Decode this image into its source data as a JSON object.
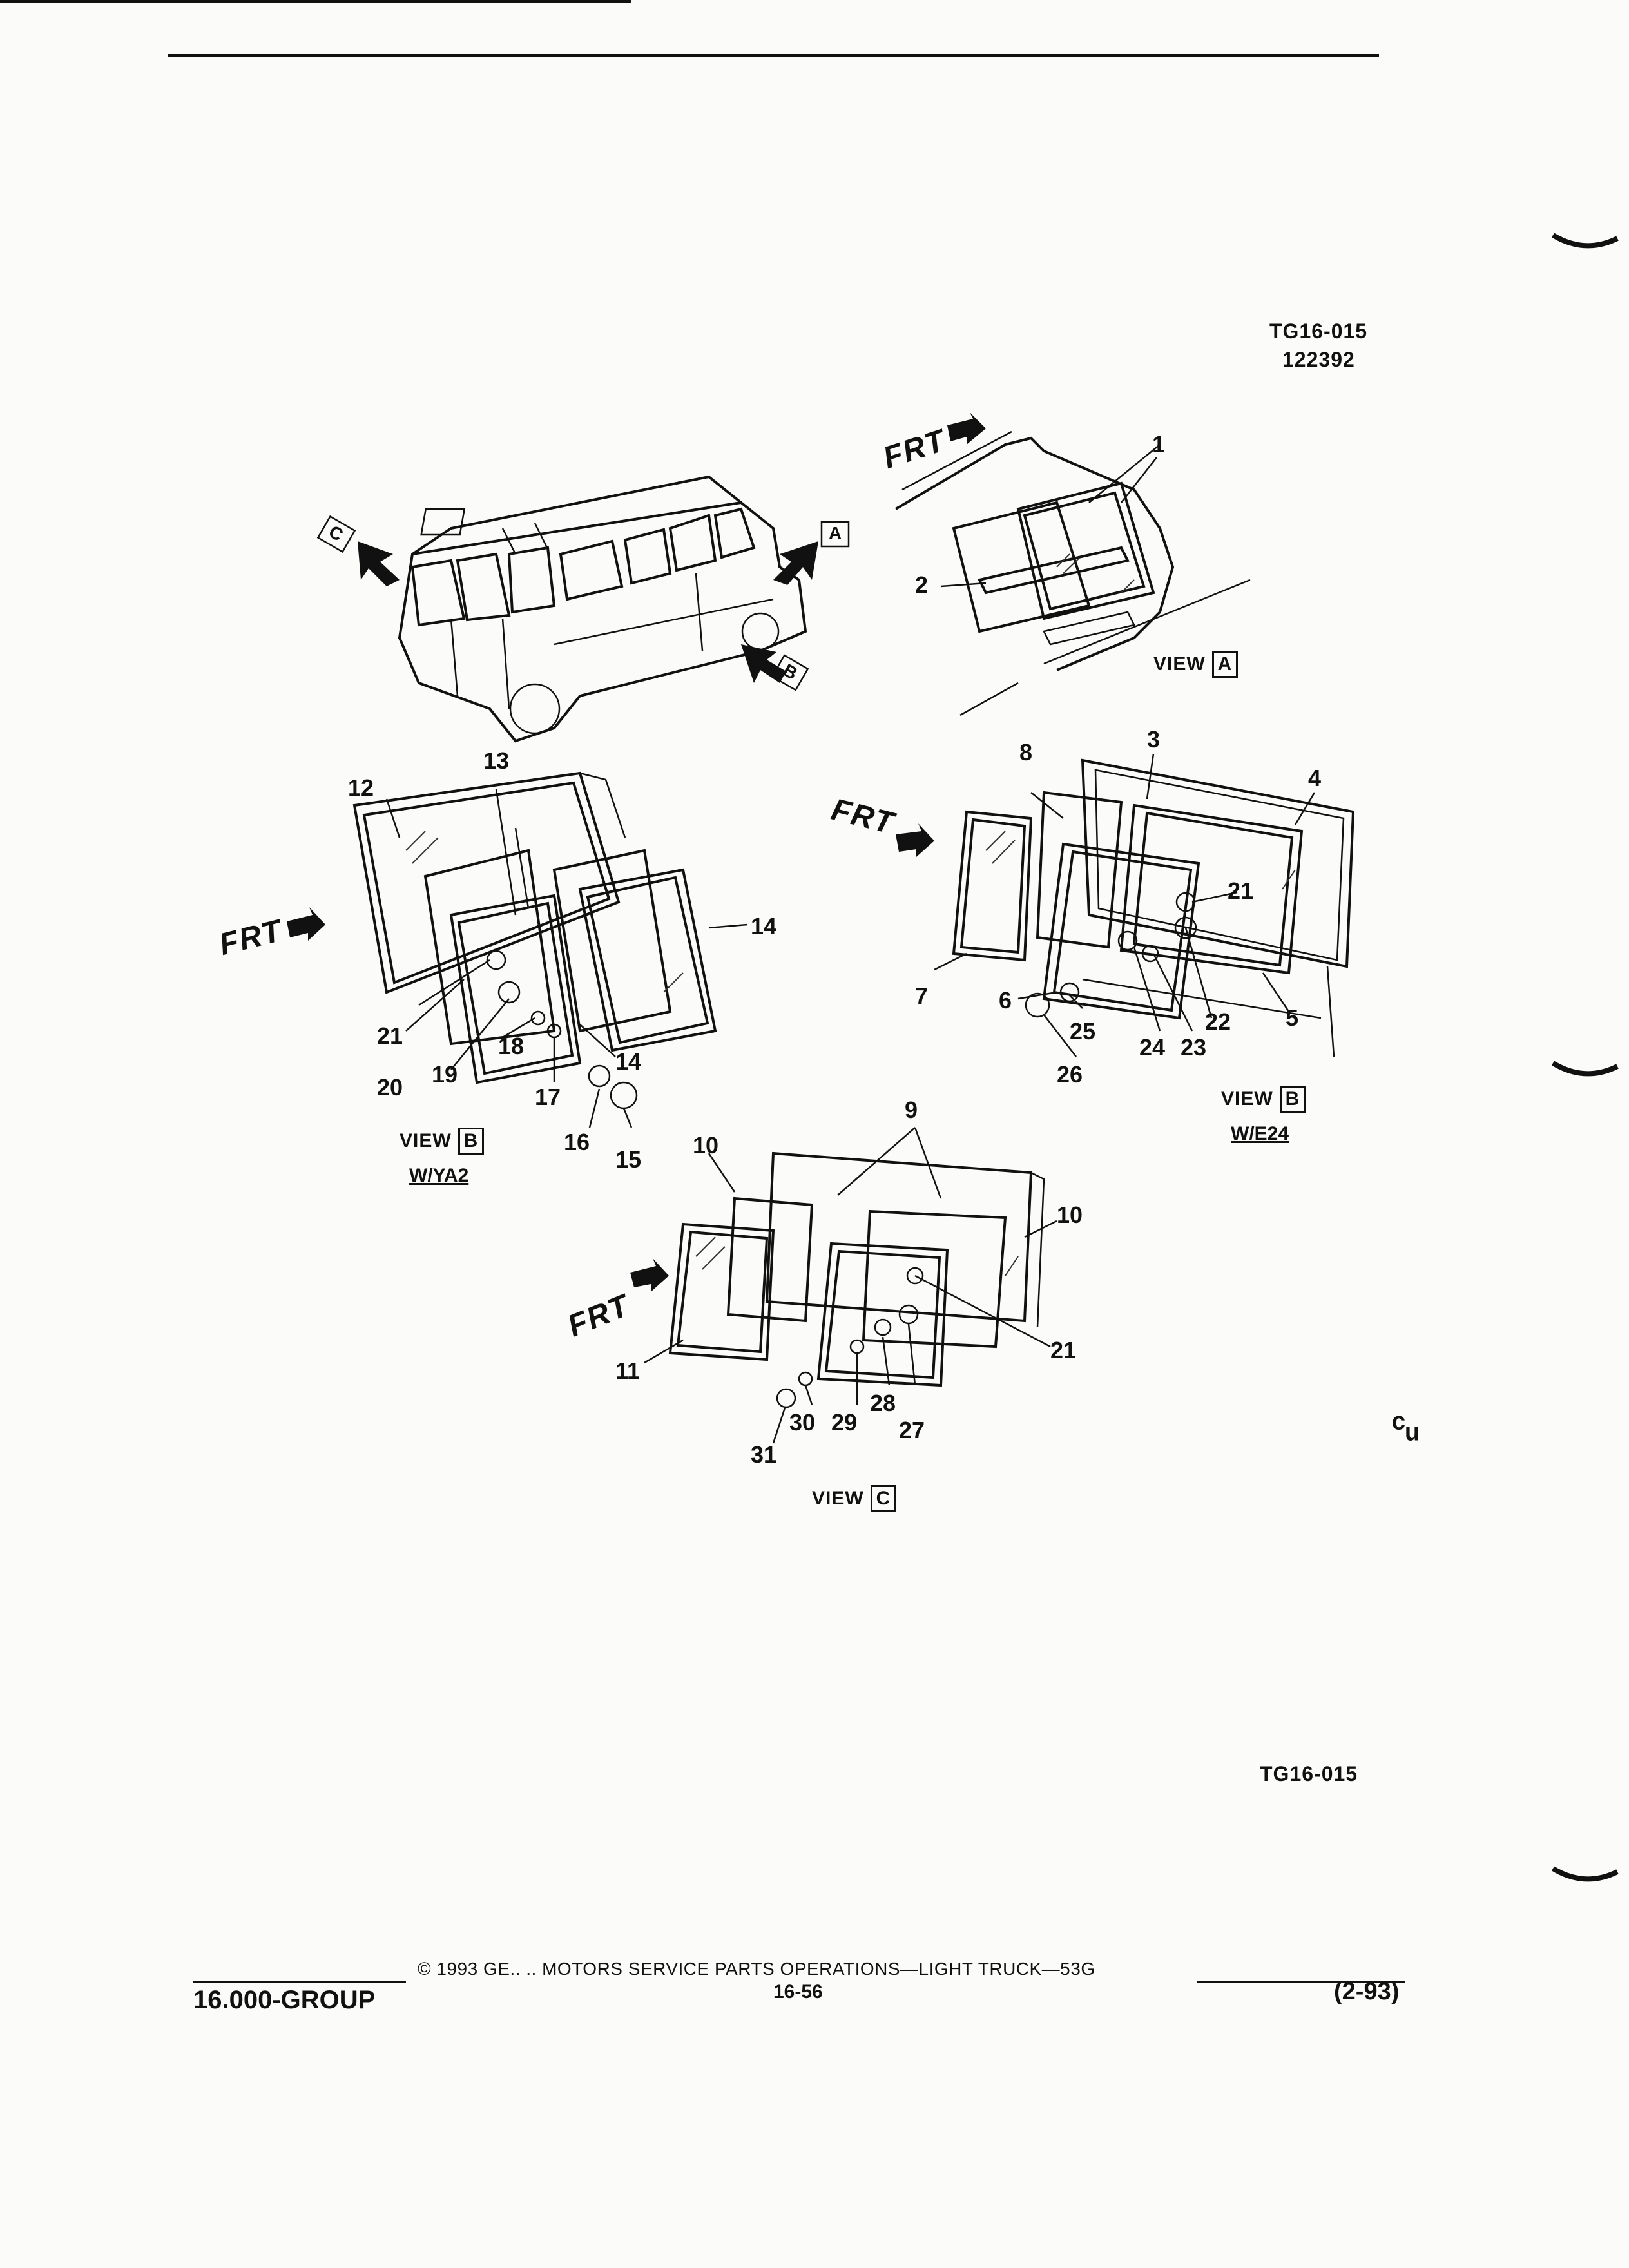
{
  "header": {
    "figure_code": "TG16-015",
    "figure_number": "122392"
  },
  "bottom_figure_code": "TG16-015",
  "footer": {
    "copyright": "© 1993 GE.. .. MOTORS SERVICE PARTS OPERATIONS—LIGHT TRUCK—53G",
    "group": "16.000-GROUP",
    "page_number": "16-56",
    "date": "(2-93)"
  },
  "frt_label": "FRT",
  "view_word": "VIEW",
  "views": {
    "a": {
      "letter": "A"
    },
    "b_left": {
      "letter": "B",
      "variant": "W/YA2"
    },
    "b_right": {
      "letter": "B",
      "variant": "W/E24"
    },
    "c": {
      "letter": "C"
    }
  },
  "overview_arrows": {
    "a": "A",
    "b": "B",
    "c": "C"
  },
  "callouts": {
    "c1": "1",
    "c2": "2",
    "c3": "3",
    "c4": "4",
    "c5": "5",
    "c6": "6",
    "c7": "7",
    "c8": "8",
    "c9": "9",
    "c10a": "10",
    "c10b": "10",
    "c11": "11",
    "c12": "12",
    "c13": "13",
    "c14a": "14",
    "c14b": "14",
    "c15": "15",
    "c16": "16",
    "c17": "17",
    "c18": "18",
    "c19": "19",
    "c20": "20",
    "c21a": "21",
    "c21b": "21",
    "c21c": "21",
    "c22": "22",
    "c23": "23",
    "c24": "24",
    "c25": "25",
    "c26": "26",
    "c27": "27",
    "c28": "28",
    "c29": "29",
    "c30": "30",
    "c31": "31"
  },
  "margin_mark": "ᶜᵤ"
}
